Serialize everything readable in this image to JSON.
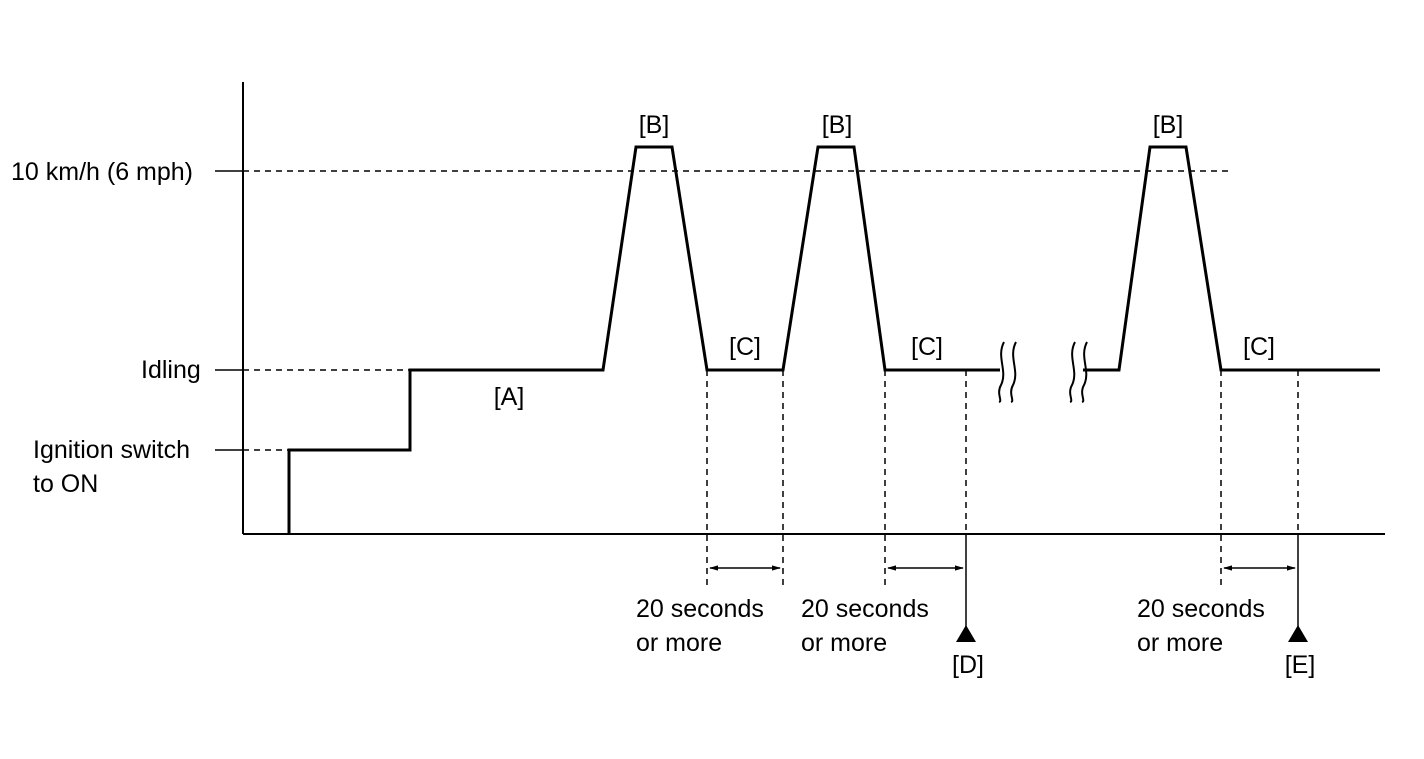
{
  "y_levels": {
    "speed": "10 km/h (6 mph)",
    "idling": "Idling",
    "ignition_line1": "Ignition switch",
    "ignition_line2": "to ON"
  },
  "phases": {
    "a": "[A]",
    "b": "[B]",
    "c": "[C]",
    "d": "[D]",
    "e": "[E]"
  },
  "durations": [
    {
      "line1": "20 seconds",
      "line2": "or more"
    },
    {
      "line1": "20 seconds",
      "line2": "or more"
    },
    {
      "line1": "20 seconds",
      "line2": "or more"
    }
  ]
}
